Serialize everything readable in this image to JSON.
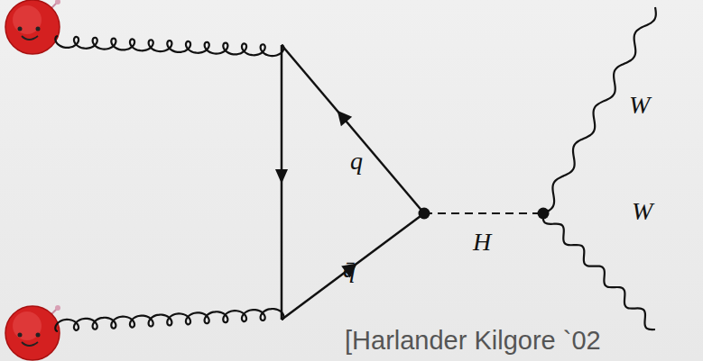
{
  "diagram": {
    "labels": [
      "q",
      "q̄",
      "H",
      "W",
      "W",
      "[Harlander Kilgore `02"
    ]
  }
}
